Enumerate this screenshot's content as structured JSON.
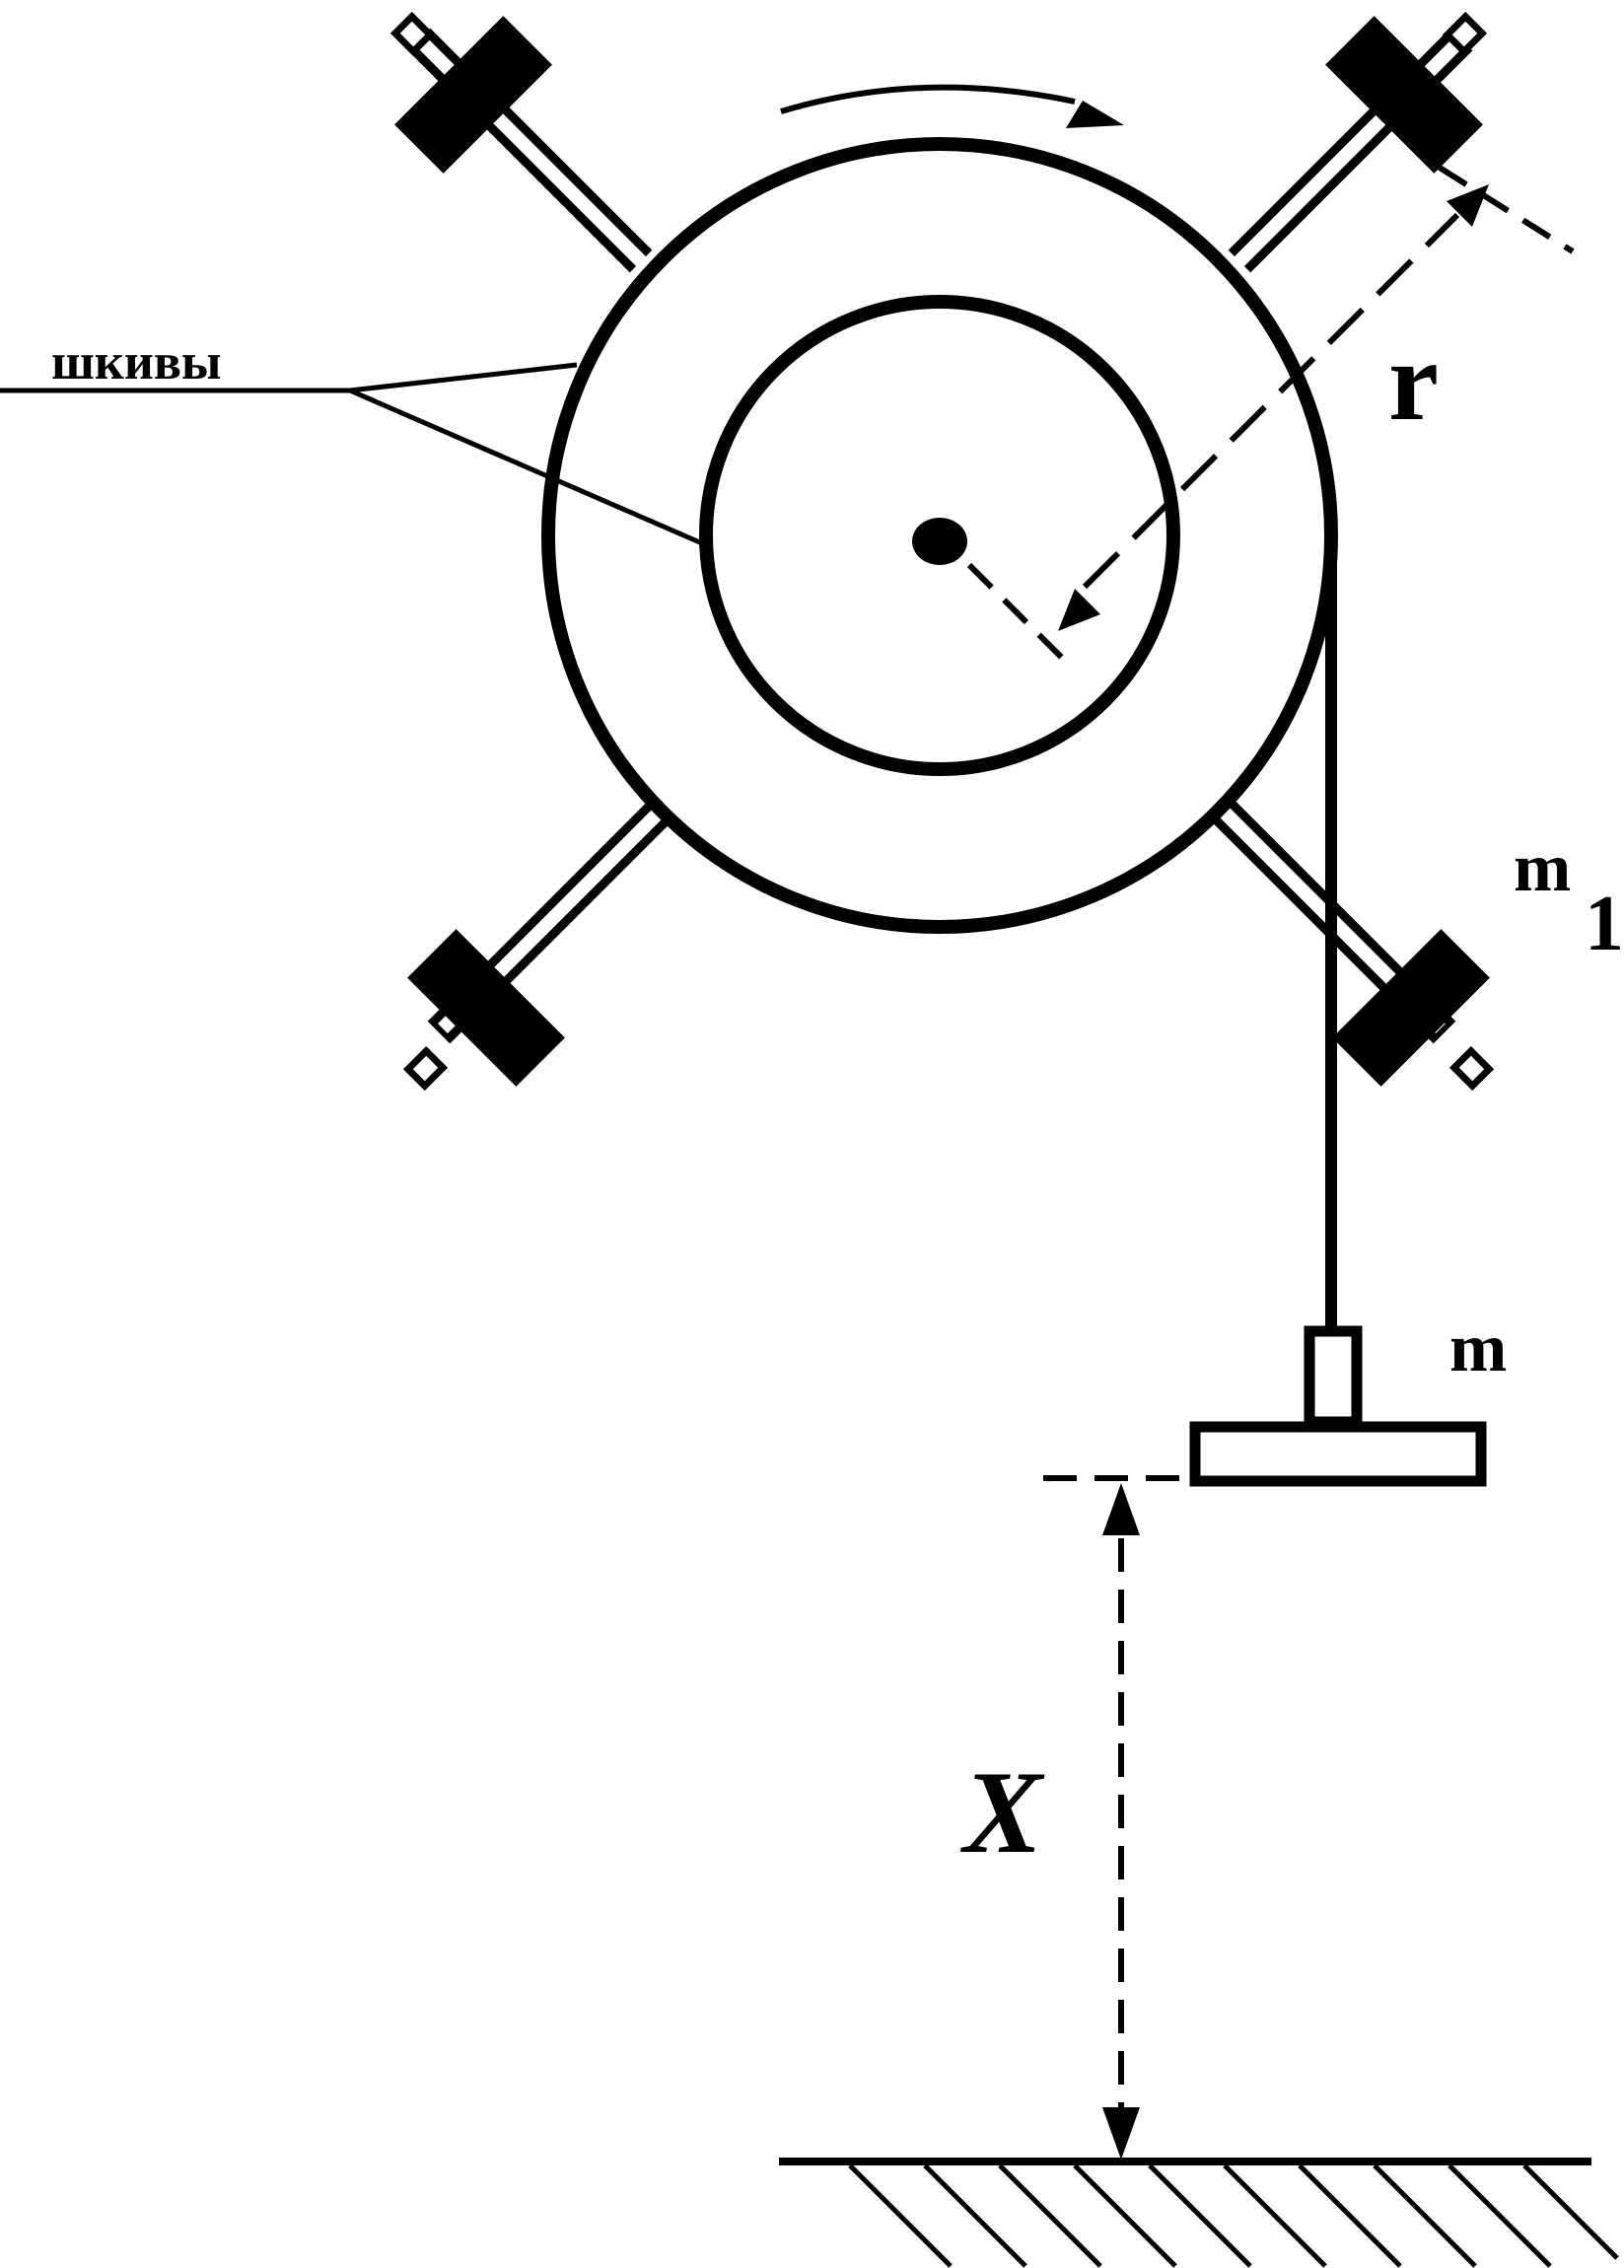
{
  "labels": {
    "pulleys": "шкивы",
    "radius": "r",
    "mass_rod": "m",
    "mass_rod_subscript": "1",
    "mass_load": "m",
    "height": "X"
  }
}
